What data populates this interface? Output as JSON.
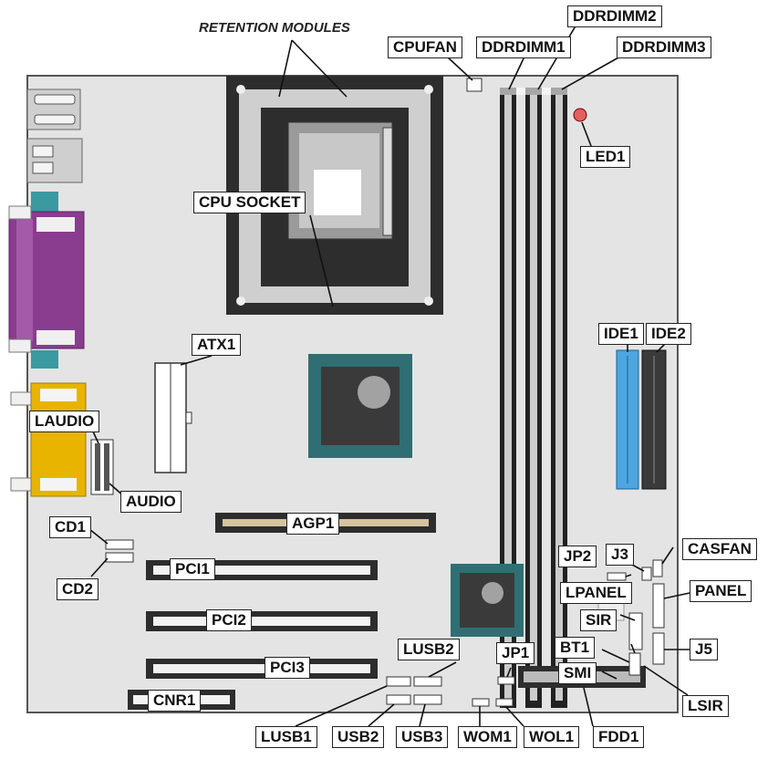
{
  "title": "RETENTION MODULES",
  "labels": {
    "cpufan": "CPUFAN",
    "ddrdimm1": "DDRDIMM1",
    "ddrdimm2": "DDRDIMM2",
    "ddrdimm3": "DDRDIMM3",
    "led1": "LED1",
    "cpu_socket": "CPU SOCKET",
    "atx1": "ATX1",
    "ide1": "IDE1",
    "ide2": "IDE2",
    "laudio": "LAUDIO",
    "audio": "AUDIO",
    "agp1": "AGP1",
    "cd1": "CD1",
    "cd2": "CD2",
    "pci1": "PCI1",
    "pci2": "PCI2",
    "pci3": "PCI3",
    "cnr1": "CNR1",
    "j3": "J3",
    "casfan": "CASFAN",
    "jp2": "JP2",
    "panel": "PANEL",
    "lpanel": "LPANEL",
    "sir": "SIR",
    "j5": "J5",
    "bt1": "BT1",
    "smi": "SMI",
    "lsir": "LSIR",
    "lusb2": "LUSB2",
    "jp1": "JP1",
    "lusb1": "LUSB1",
    "usb2": "USB2",
    "usb3": "USB3",
    "wom1": "WOM1",
    "wol1": "WOL1",
    "fdd1": "FDD1"
  },
  "colors": {
    "board": "#e6e6e6",
    "socket_frame": "#2b2b2b",
    "ide1": "#4da6e0",
    "ide2": "#3a3a3a",
    "parallel_port": "#8a3c8f",
    "audio_port": "#e8b400",
    "chipset": "#2f6f73"
  }
}
